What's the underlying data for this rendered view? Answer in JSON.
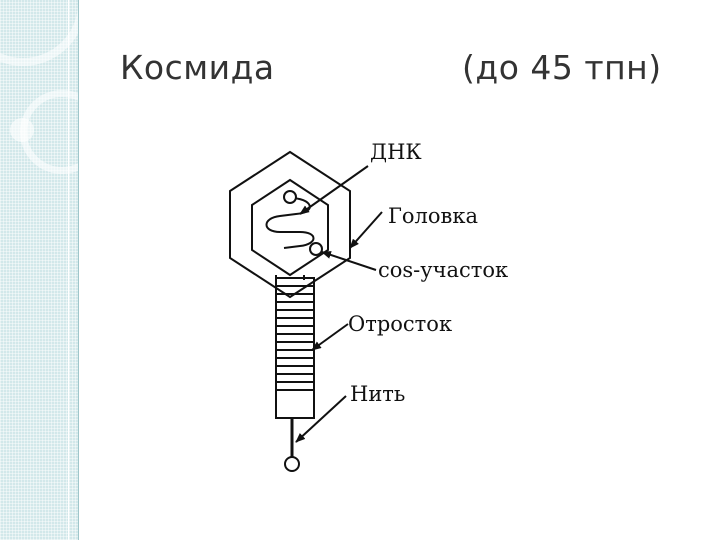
{
  "slide": {
    "title_left": "Космида",
    "title_right": "(до 45 тпн)"
  },
  "diagram": {
    "labels": {
      "dna": "ДНК",
      "head": "Головка",
      "cos": "cos-участок",
      "tail": "Отросток",
      "fiber": "Нить"
    }
  }
}
